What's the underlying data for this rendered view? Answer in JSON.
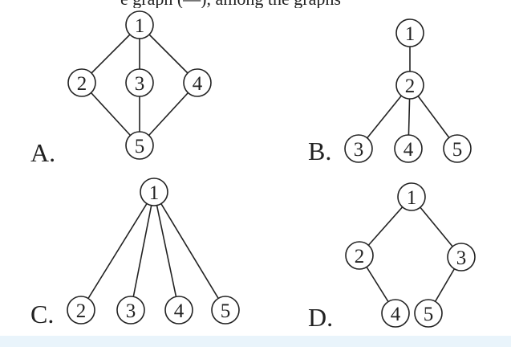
{
  "top_text": "e graph (—), among the graphs",
  "options": [
    {
      "label": "A.",
      "nodes": [
        "1",
        "2",
        "3",
        "4",
        "5"
      ]
    },
    {
      "label": "B.",
      "nodes": [
        "1",
        "2",
        "3",
        "4",
        "5"
      ]
    },
    {
      "label": "C.",
      "nodes": [
        "1",
        "2",
        "3",
        "4",
        "5"
      ]
    },
    {
      "label": "D.",
      "nodes": [
        "1",
        "2",
        "3",
        "4",
        "5"
      ]
    }
  ],
  "colors": {
    "ink": "#222222",
    "bottom_band": "#e9f4fb"
  }
}
